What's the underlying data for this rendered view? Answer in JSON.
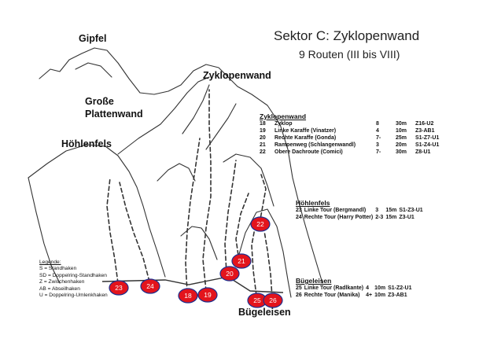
{
  "title": "Sektor C: Zyklopenwand",
  "subtitle": "9 Routen (III bis VIII)",
  "area_labels": {
    "gipfel": "Gipfel",
    "zyklopenwand": "Zyklopenwand",
    "grosse_plattenwand": [
      "Große",
      "Plattenwand"
    ],
    "hoehlenfels": "Höhlenfels",
    "buegeleisen": "Bügeleisen"
  },
  "sections": [
    {
      "title": "Zyklopenwand",
      "routes": [
        {
          "no": "18",
          "name": "Zyklop",
          "grade": "8",
          "length": "30m",
          "protection": "Z16-U2"
        },
        {
          "no": "19",
          "name": "Linke Karaffe (Vinatzer)",
          "grade": "4",
          "length": "10m",
          "protection": "Z3-AB1"
        },
        {
          "no": "20",
          "name": "Rechte Karaffe (Gonda)",
          "grade": "7-",
          "length": "25m",
          "protection": "S1-Z7-U1"
        },
        {
          "no": "21",
          "name": "Rampenweg (Schlangenwandl)",
          "grade": "3",
          "length": "20m",
          "protection": "S1-Z4-U1"
        },
        {
          "no": "22",
          "name": "Obere Dachroute (Comici)",
          "grade": "7-",
          "length": "30m",
          "protection": "Z8-U1"
        }
      ]
    },
    {
      "title": "Höhlenfels",
      "routes": [
        {
          "no": "23",
          "name": "Linke Tour (Bergmandl)",
          "grade": "3",
          "length": "15m",
          "protection": "S1-Z3-U1"
        },
        {
          "no": "24",
          "name": "Rechte Tour (Harry Potter)",
          "grade": "2-3",
          "length": "15m",
          "protection": "Z3-U1"
        }
      ]
    },
    {
      "title": "Bügeleisen",
      "routes": [
        {
          "no": "25",
          "name": "Linke Tour (Radlkante)",
          "grade": "4",
          "length": "10m",
          "protection": "S1-Z2-U1"
        },
        {
          "no": "26",
          "name": "Rechte Tour (Manika)",
          "grade": "4+",
          "length": "10m",
          "protection": "Z3-AB1"
        }
      ]
    }
  ],
  "legend": {
    "heading": "Legende:",
    "items": [
      "S = Standhaken",
      "SD = Doppelring-Standhaken",
      "Z = Zwischenhaken",
      "AB = Abseilhaken",
      "U = Doppelring-Umlenkhaken"
    ]
  },
  "markers": [
    {
      "no": "23"
    },
    {
      "no": "24"
    },
    {
      "no": "18"
    },
    {
      "no": "19"
    },
    {
      "no": "20"
    },
    {
      "no": "21"
    },
    {
      "no": "22"
    },
    {
      "no": "25"
    },
    {
      "no": "26"
    }
  ],
  "colors": {
    "marker_fill": "#e3141c",
    "marker_stroke": "#1c2f8f",
    "marker_text": "#ffffff",
    "rock_line": "#333333"
  }
}
